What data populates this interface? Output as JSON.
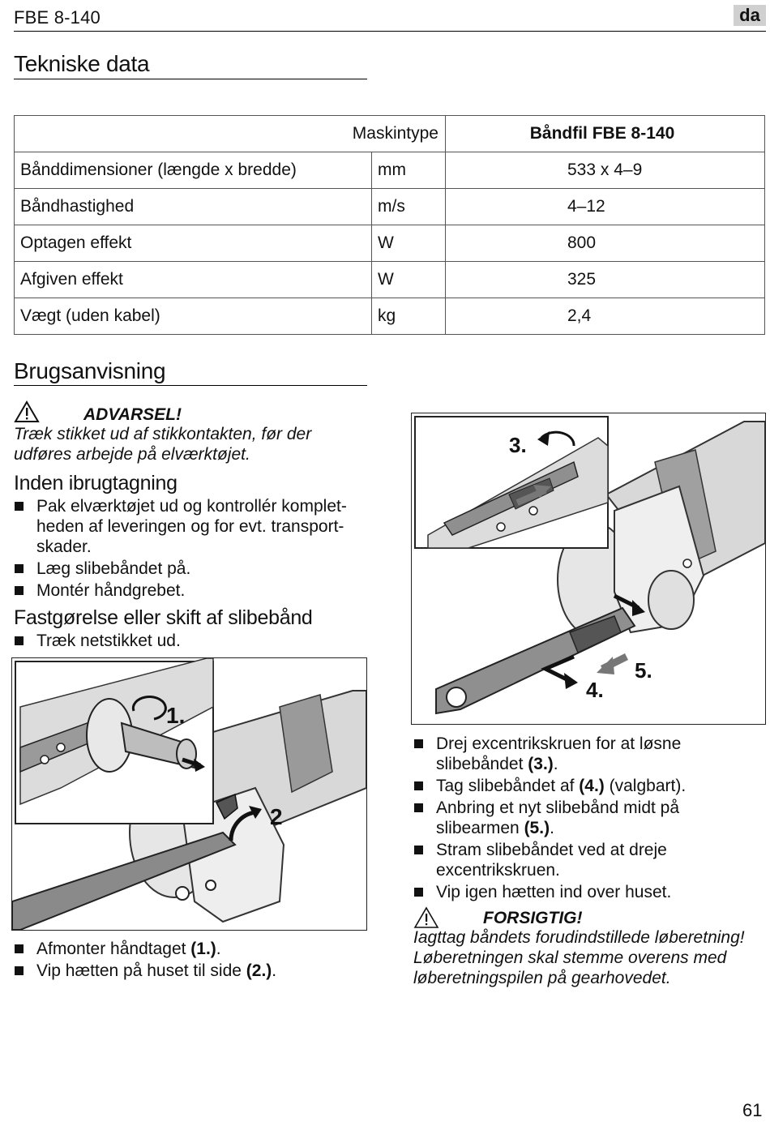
{
  "header": {
    "model": "FBE 8-140",
    "lang": "da"
  },
  "tech": {
    "heading": "Tekniske data",
    "machine_type_label": "Maskintype",
    "machine_type_value": "Båndfil FBE 8-140",
    "rows": [
      {
        "label": "Bånddimensioner (længde x bredde)",
        "unit": "mm",
        "value": "533 x 4–9"
      },
      {
        "label": "Båndhastighed",
        "unit": "m/s",
        "value": "4–12"
      },
      {
        "label": "Optagen effekt",
        "unit": "W",
        "value": "800"
      },
      {
        "label": "Afgiven effekt",
        "unit": "W",
        "value": "325"
      },
      {
        "label": "Vægt (uden kabel)",
        "unit": "kg",
        "value": "2,4"
      }
    ]
  },
  "usage": {
    "heading": "Brugsanvisning",
    "warning": {
      "title": "ADVARSEL!",
      "text1": "Træk stikket ud af stikkontakten, før der",
      "text2": "udføres arbejde på elværktøjet."
    },
    "before_use": {
      "heading": "Inden ibrugtagning",
      "item1_l1": "Pak elværktøjet ud og kontrollér komplet-",
      "item1_l2": "heden af leveringen og for evt. transport-",
      "item1_l3": "skader.",
      "item2": "Læg slibebåndet på.",
      "item3": "Montér håndgrebet."
    },
    "fasten": {
      "heading": "Fastgørelse eller skift af slibebånd",
      "item1": "Træk netstikket ud."
    },
    "left_after": {
      "item1_text": "Afmonter håndtaget ",
      "item1_ref": "(1.)",
      "item1_end": ".",
      "item2_text": "Vip hætten på huset til side ",
      "item2_ref": "(2.)",
      "item2_end": "."
    },
    "fig_left_labels": {
      "step1": "1.",
      "step2": "2"
    },
    "fig_right_labels": {
      "step3": "3.",
      "step4": "4.",
      "step5": "5."
    },
    "right_steps": {
      "s1_l1": "Drej excentrikskruen for at løsne",
      "s1_l2": "slibebåndet ",
      "s1_ref": "(3.)",
      "s1_end": ".",
      "s2_text": "Tag slibebåndet af ",
      "s2_ref": "(4.)",
      "s2_end": " (valgbart).",
      "s3_l1": "Anbring et nyt slibebånd midt på",
      "s3_l2": "slibearmen ",
      "s3_ref": "(5.)",
      "s3_end": ".",
      "s4_l1": "Stram slibebåndet ved at dreje",
      "s4_l2": "excentrikskruen.",
      "s5": "Vip igen hætten ind over huset."
    },
    "caution": {
      "title": "FORSIGTIG!",
      "l1": "Iagttag båndets forudindstillede løberetning!",
      "l2": "Løberetningen skal stemme overens med",
      "l3": "løberetningspilen på gearhovedet."
    }
  },
  "page_number": "61"
}
